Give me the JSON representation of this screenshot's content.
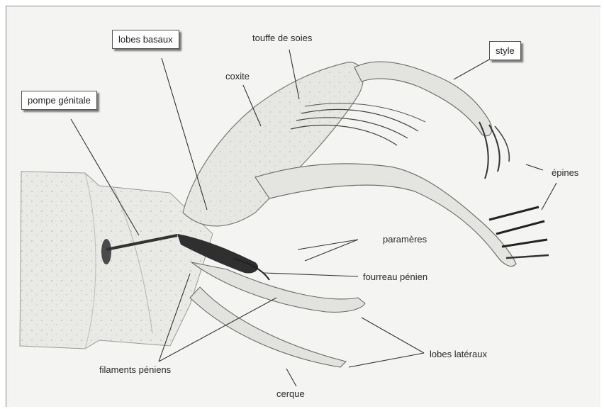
{
  "labels": {
    "lobes_basaux": "lobes basaux",
    "touffe_de_soies": "touffe de soies",
    "style": "style",
    "coxite": "coxite",
    "pompe_genitale": "pompe génitale",
    "epines": "épines",
    "parameres": "paramères",
    "fourreau_penien": "fourreau pénien",
    "lobes_lateraux": "lobes latéraux",
    "filaments_peniens": "filaments péniens",
    "cerque": "cerque"
  }
}
